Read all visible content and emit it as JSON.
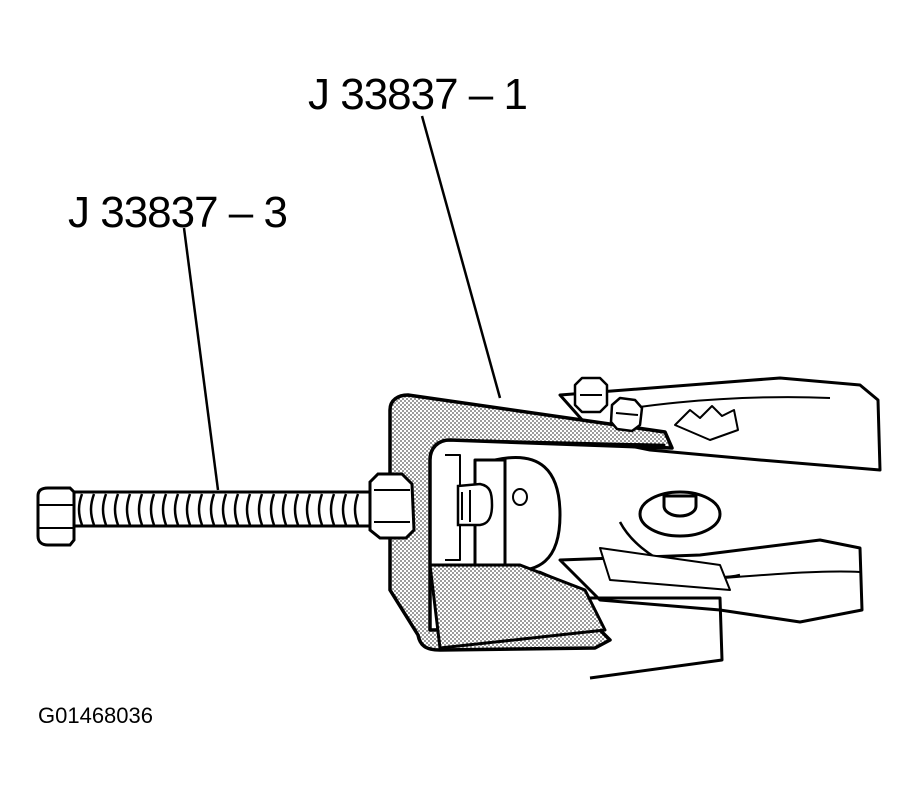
{
  "callouts": {
    "tool_body": "J 33837 – 1",
    "forcing_screw": "J 33837 – 3"
  },
  "figure_id": "G01468036",
  "colors": {
    "ink": "#000000",
    "stipple": "#bdbdbd",
    "paper": "#ffffff"
  }
}
